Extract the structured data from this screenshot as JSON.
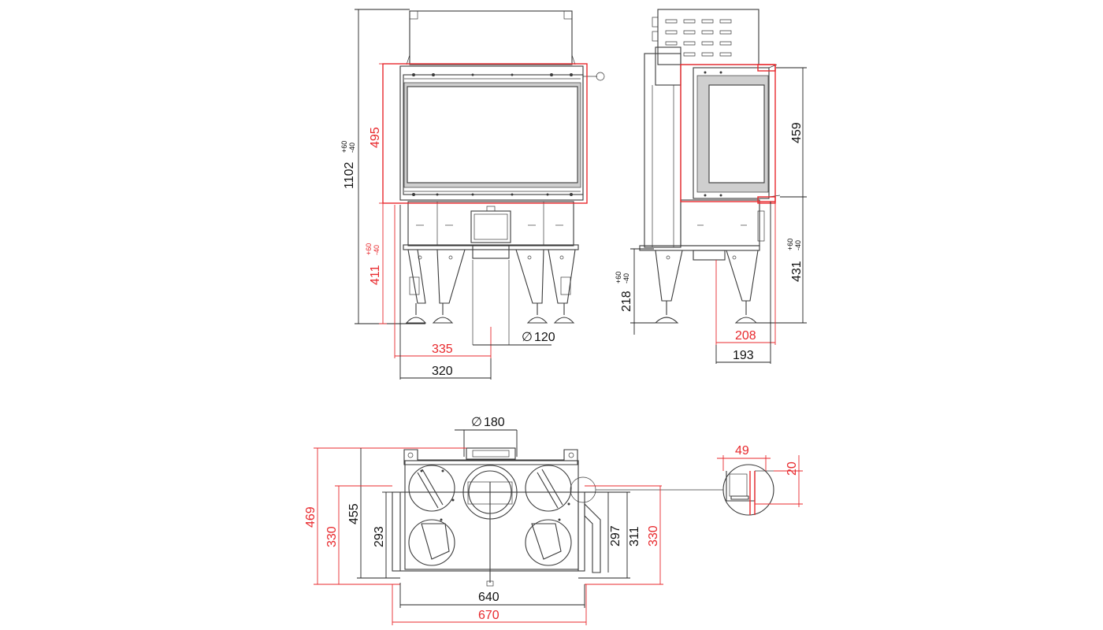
{
  "colors": {
    "line": "#3a3a3a",
    "dimension": "#222222",
    "accent": "#e8292d",
    "background": "#ffffff"
  },
  "front_view": {
    "total_height": "1102",
    "total_height_tol_plus": "+60",
    "total_height_tol_minus": "-40",
    "opening_height": "495",
    "base_height": "411",
    "base_height_tol_plus": "+60",
    "base_height_tol_minus": "-40",
    "flue_diameter": "120",
    "offset_red": "335",
    "offset_black": "320"
  },
  "side_view": {
    "glass_height": "459",
    "base_height": "431",
    "base_tol_plus": "+60",
    "base_tol_minus": "-40",
    "leg_height": "218",
    "leg_tol_plus": "+60",
    "leg_tol_minus": "-40",
    "depth_red": "208",
    "depth_black": "193"
  },
  "top_view": {
    "flue_diameter": "180",
    "depth_outer": "469",
    "depth_455": "455",
    "depth_330_left": "330",
    "depth_293": "293",
    "depth_297": "297",
    "depth_311": "311",
    "depth_330_right": "330",
    "width_inner": "640",
    "width_outer": "670"
  },
  "detail_view": {
    "width": "49",
    "height": "20"
  },
  "symbols": {
    "diameter": "∅"
  }
}
